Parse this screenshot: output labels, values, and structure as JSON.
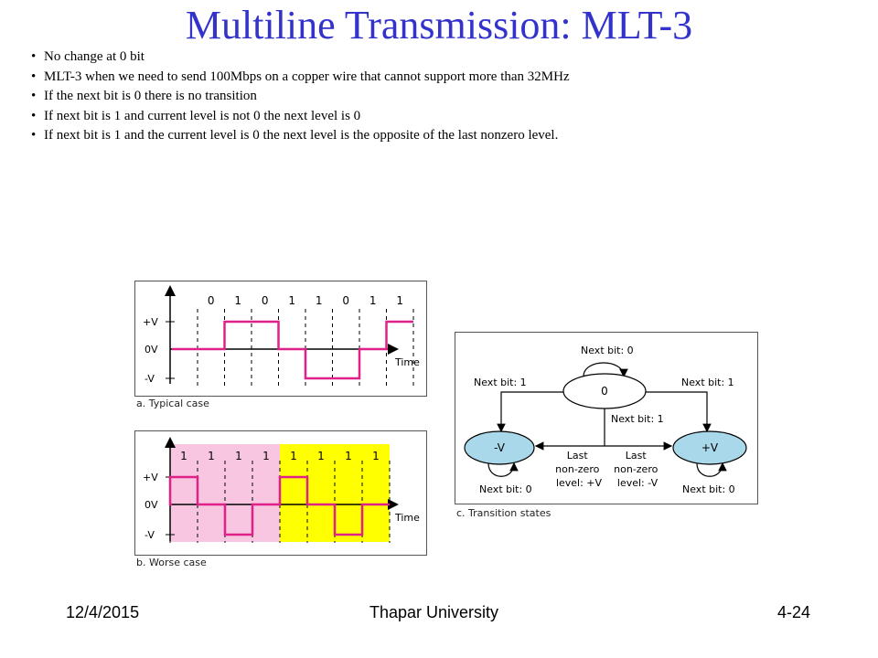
{
  "slide": {
    "title": "Multiline Transmission: MLT-3",
    "bullets": [
      "No change at 0 bit",
      "MLT-3 when we need to send 100Mbps on a copper wire that cannot support more than 32MHz",
      "If the next bit is 0 there is no transition",
      "If next bit is 1 and current level is not 0 the next level is 0",
      "If next bit is 1 and the current level is 0 the next level is the opposite of the last nonzero level."
    ]
  },
  "typical_case": {
    "caption": "a. Typical case",
    "bits": [
      "0",
      "1",
      "0",
      "1",
      "1",
      "0",
      "1",
      "1"
    ],
    "levels": [
      0,
      1,
      1,
      0,
      -1,
      -1,
      0,
      1
    ],
    "level_labels": [
      "+V",
      "0V",
      "-V"
    ],
    "time_label": "Time",
    "signal_color": "#e0218a"
  },
  "worse_case": {
    "caption": "b. Worse case",
    "bits": [
      "1",
      "1",
      "1",
      "1",
      "1",
      "1",
      "1",
      "1"
    ],
    "levels": [
      1,
      0,
      -1,
      0,
      1,
      0,
      -1,
      0
    ],
    "level_labels": [
      "+V",
      "0V",
      "-V"
    ],
    "time_label": "Time",
    "signal_color": "#e0218a",
    "highlight_colors": [
      "#f8c6e0",
      "#ffff00"
    ]
  },
  "transition_states": {
    "caption": "c. Transition states",
    "state_zero": "0",
    "state_neg": "-V",
    "state_pos": "+V",
    "loop_zero": "Next bit: 0",
    "loop_neg": "Next bit: 0",
    "loop_pos": "Next bit: 0",
    "neg_to_zero": "Next bit: 1",
    "pos_to_zero": "Next bit: 1",
    "zero_down": "Next bit: 1",
    "last_pos": [
      "Last",
      "non-zero",
      "level: +V"
    ],
    "last_neg": [
      "Last",
      "non-zero",
      "level: -V"
    ],
    "side_state_color": "#a8d8ea"
  },
  "footer": {
    "date": "12/4/2015",
    "org": "Thapar University",
    "page": "4-24"
  }
}
